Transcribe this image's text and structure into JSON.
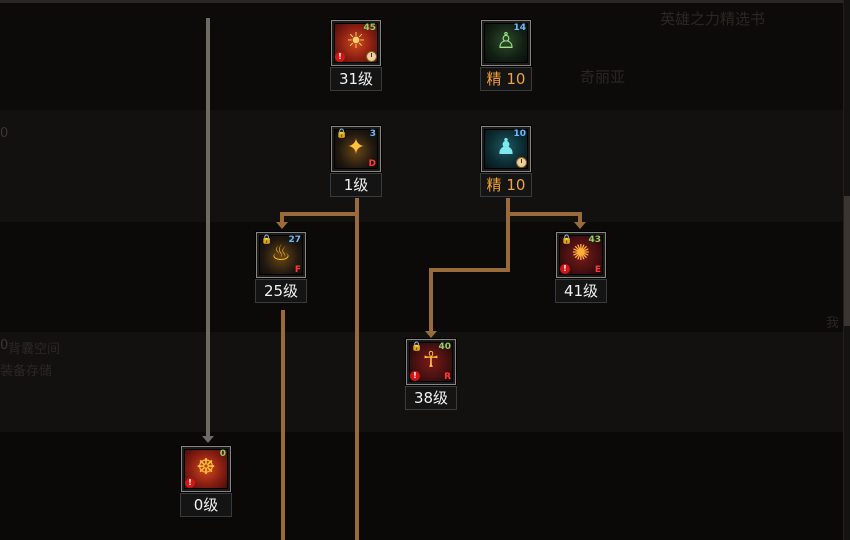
{
  "background_text": {
    "top_right": "英雄之力精选书",
    "mid_right": "奇丽亚",
    "left_1": "0",
    "left_2_line1": "0",
    "left_2_line2": "背囊空间",
    "left_2_line3": "装备存储",
    "right_edge": "我"
  },
  "skills": [
    {
      "id": "s31",
      "level_label": "31级",
      "count": "45",
      "count_color": "green",
      "glyph": "☀",
      "has_lock": false,
      "has_warn": true,
      "grade": "",
      "has_clock": true,
      "style": "red"
    },
    {
      "id": "sjing14",
      "prefix": "精",
      "value": "10",
      "count": "14",
      "count_color": "blue",
      "glyph": "♙",
      "has_lock": false,
      "has_warn": false,
      "grade": "",
      "has_clock": false,
      "style": "green"
    },
    {
      "id": "s1",
      "level_label": "1级",
      "count": "3",
      "count_color": "blue",
      "glyph": "✦",
      "has_lock": true,
      "has_warn": false,
      "grade": "D",
      "has_clock": false,
      "style": "dark"
    },
    {
      "id": "sjing10",
      "prefix": "精",
      "value": "10",
      "count": "10",
      "count_color": "blue",
      "glyph": "♟",
      "has_lock": false,
      "has_warn": false,
      "grade": "",
      "has_clock": true,
      "style": "teal"
    },
    {
      "id": "s25",
      "level_label": "25级",
      "count": "27",
      "count_color": "blue",
      "glyph": "♨",
      "has_lock": true,
      "has_warn": false,
      "grade": "F",
      "has_clock": false,
      "style": "dark"
    },
    {
      "id": "s41",
      "level_label": "41级",
      "count": "43",
      "count_color": "green",
      "glyph": "✺",
      "has_lock": true,
      "has_warn": true,
      "grade": "E",
      "has_clock": false,
      "style": "crimson"
    },
    {
      "id": "s38",
      "level_label": "38级",
      "count": "40",
      "count_color": "green",
      "glyph": "☥",
      "has_lock": true,
      "has_warn": true,
      "grade": "R",
      "has_clock": false,
      "style": "crimson"
    },
    {
      "id": "s0",
      "level_label": "0级",
      "count": "0",
      "count_color": "green",
      "glyph": "☸",
      "has_lock": false,
      "has_warn": true,
      "grade": "",
      "has_clock": false,
      "style": "red"
    }
  ]
}
